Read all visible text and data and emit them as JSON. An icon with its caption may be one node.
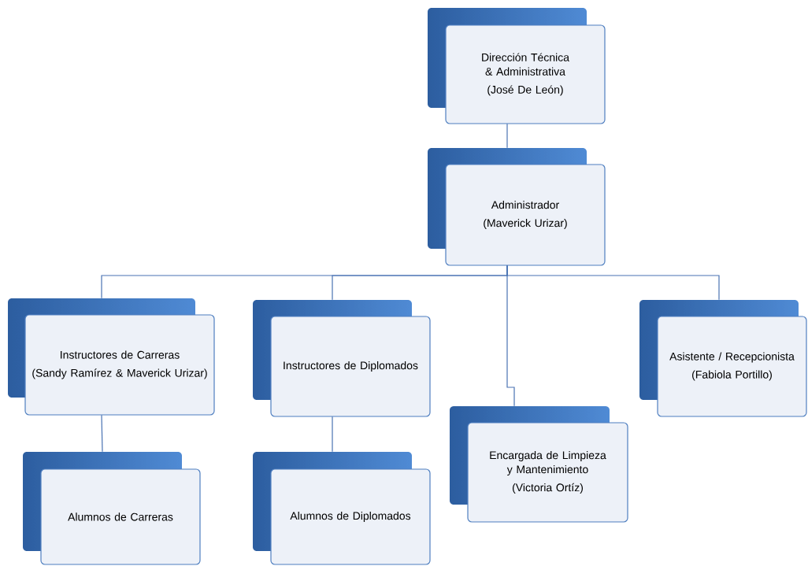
{
  "diagram": {
    "nodes": [
      {
        "text": [
          "Dirección Técnica & Administrativa",
          "(José De León)"
        ]
      },
      {
        "text": [
          "Administrador",
          "(Maverick Urizar)"
        ]
      },
      {
        "text": [
          "Instructores de Carreras",
          "(Sandy Ramírez & Maverick Urizar)"
        ]
      },
      {
        "text": [
          "Instructores de Diplomados"
        ]
      },
      {
        "text": [
          "Encargada de Limpieza y Mantenimiento",
          "(Victoria Ortíz)"
        ]
      },
      {
        "text": [
          "Asistente / Recepcionista",
          "(Fabiola Portillo)"
        ]
      },
      {
        "text": [
          "Alumnos de Carreras"
        ]
      },
      {
        "text": [
          "Alumnos de Diplomados"
        ]
      }
    ],
    "edges": [
      {
        "from": 0,
        "to": 1,
        "arrow": "none"
      },
      {
        "from": 1,
        "to": 2,
        "arrow": "none"
      },
      {
        "from": 1,
        "to": 3,
        "arrow": "none"
      },
      {
        "from": 1,
        "to": 4,
        "arrow": "none"
      },
      {
        "from": 1,
        "to": 5,
        "arrow": "none"
      },
      {
        "from": 2,
        "to": 6,
        "arrow": "none"
      },
      {
        "from": 3,
        "to": 7,
        "arrow": "none"
      }
    ]
  }
}
